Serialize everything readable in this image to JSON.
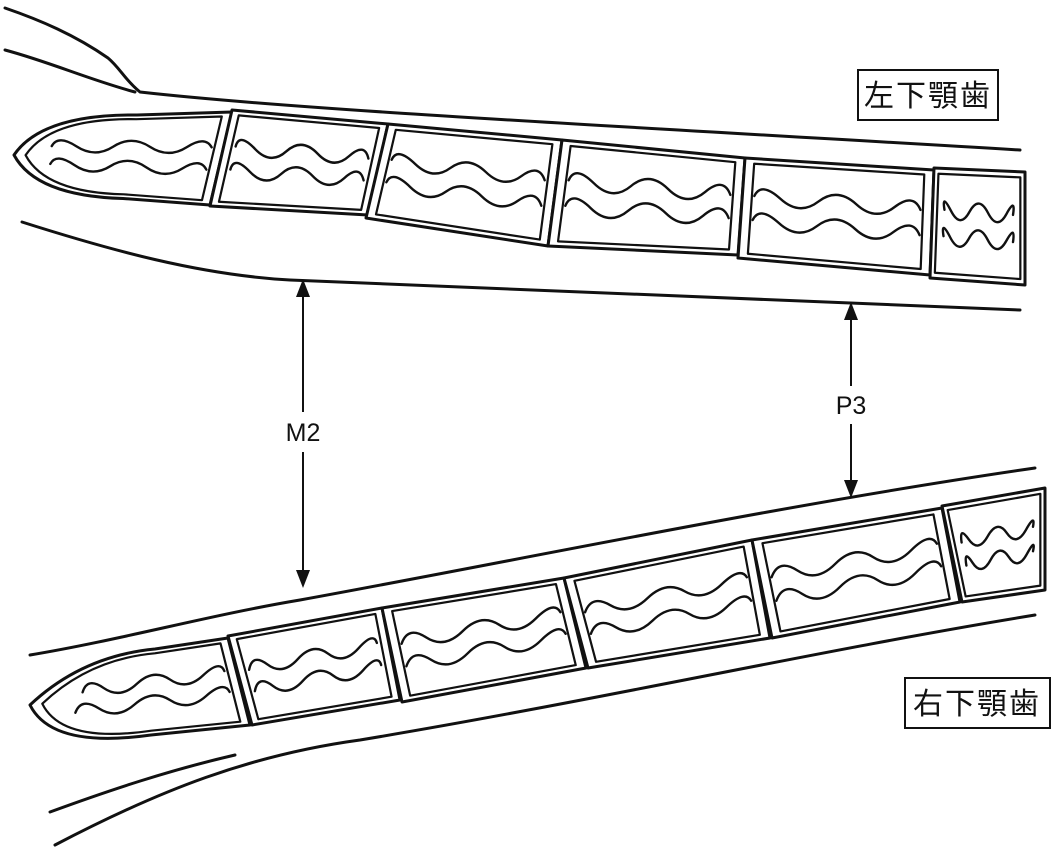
{
  "labels": {
    "left_mandibular": "左下顎歯",
    "right_mandibular": "右下顎歯"
  },
  "measurements": [
    {
      "id": "m2",
      "label": "M2"
    },
    {
      "id": "p3",
      "label": "P3"
    }
  ]
}
